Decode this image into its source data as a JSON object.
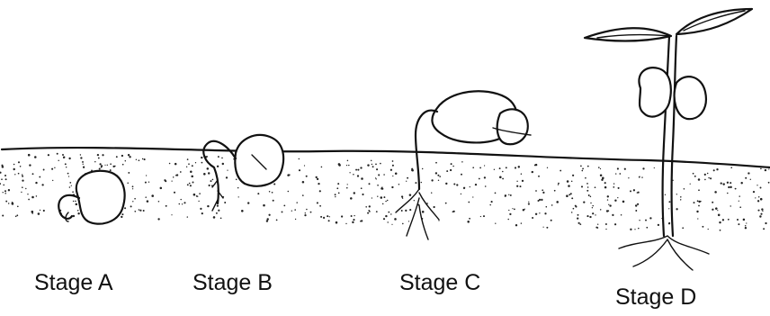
{
  "stages": [
    {
      "id": "A",
      "label": "Stage A"
    },
    {
      "id": "B",
      "label": "Stage B"
    },
    {
      "id": "C",
      "label": "Stage C"
    },
    {
      "id": "D",
      "label": "Stage D"
    }
  ],
  "colors": {
    "ink": "#111111",
    "background": "#ffffff"
  }
}
